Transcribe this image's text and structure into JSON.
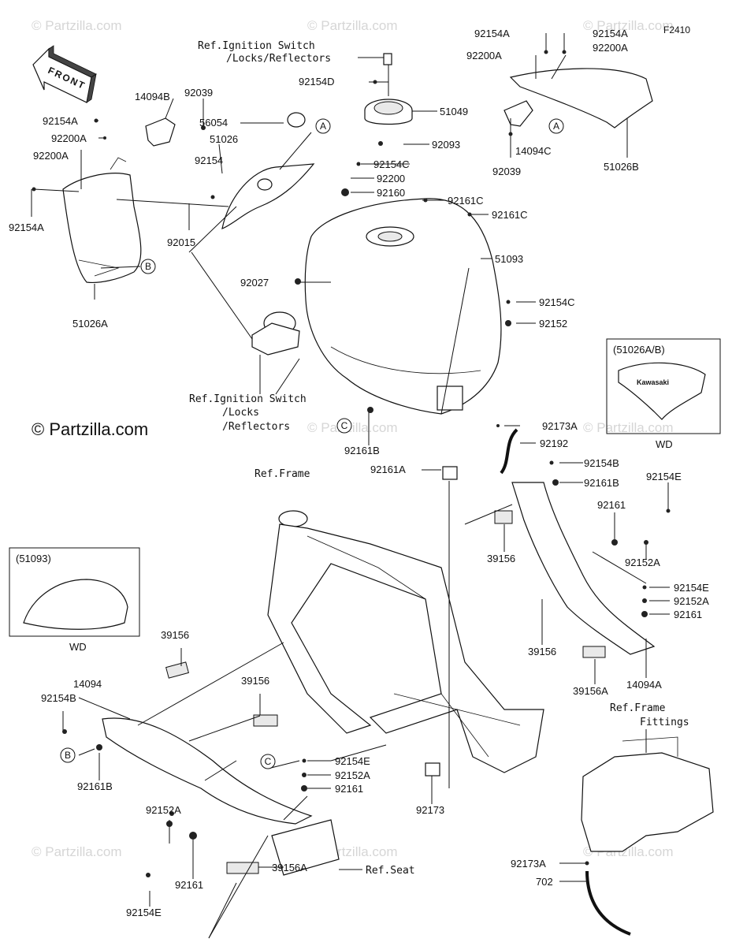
{
  "figure_code": "F2410",
  "watermark": "© Partzilla.com",
  "copyright": "© Partzilla.com",
  "front_label": "FRONT",
  "refs": {
    "ignition_top": [
      "Ref.Ignition Switch",
      "/Locks/Reflectors"
    ],
    "ignition_left": [
      "Ref.Ignition Switch",
      "/Locks",
      "/Reflectors"
    ],
    "frame": "Ref.Frame",
    "frame_fittings": [
      "Ref.Frame",
      "Fittings"
    ],
    "seat": "Ref.Seat"
  },
  "insets": {
    "cover_title": "(51026A/B)",
    "cover_caption": "WD",
    "cover_brand": "Kawasaki",
    "tank_title": "(51093)",
    "tank_caption": "WD"
  },
  "callouts": [
    "A",
    "A",
    "B",
    "B",
    "C",
    "C"
  ],
  "part_labels": [
    "92154A",
    "92154A",
    "92200A",
    "92200A",
    "92154D",
    "51049",
    "92093",
    "14094B",
    "92039",
    "56054",
    "51026",
    "92154A",
    "92200A",
    "92200A",
    "92154A",
    "92154",
    "92015",
    "51026A",
    "92154C",
    "92200",
    "92160",
    "92161C",
    "92161C",
    "51093",
    "92027",
    "92154C",
    "92152",
    "14094C",
    "92039",
    "51026B",
    "92173A",
    "92192",
    "92161B",
    "92161A",
    "92154B",
    "92161B",
    "92154E",
    "92161",
    "92152A",
    "39156",
    "92154E",
    "92152A",
    "92161",
    "39156",
    "39156A",
    "14094A",
    "39156",
    "14094",
    "39156",
    "92154B",
    "92161B",
    "92154E",
    "92152A",
    "92161",
    "92173",
    "92152A",
    "92161",
    "92154E",
    "39156A",
    "92173A",
    "702"
  ]
}
